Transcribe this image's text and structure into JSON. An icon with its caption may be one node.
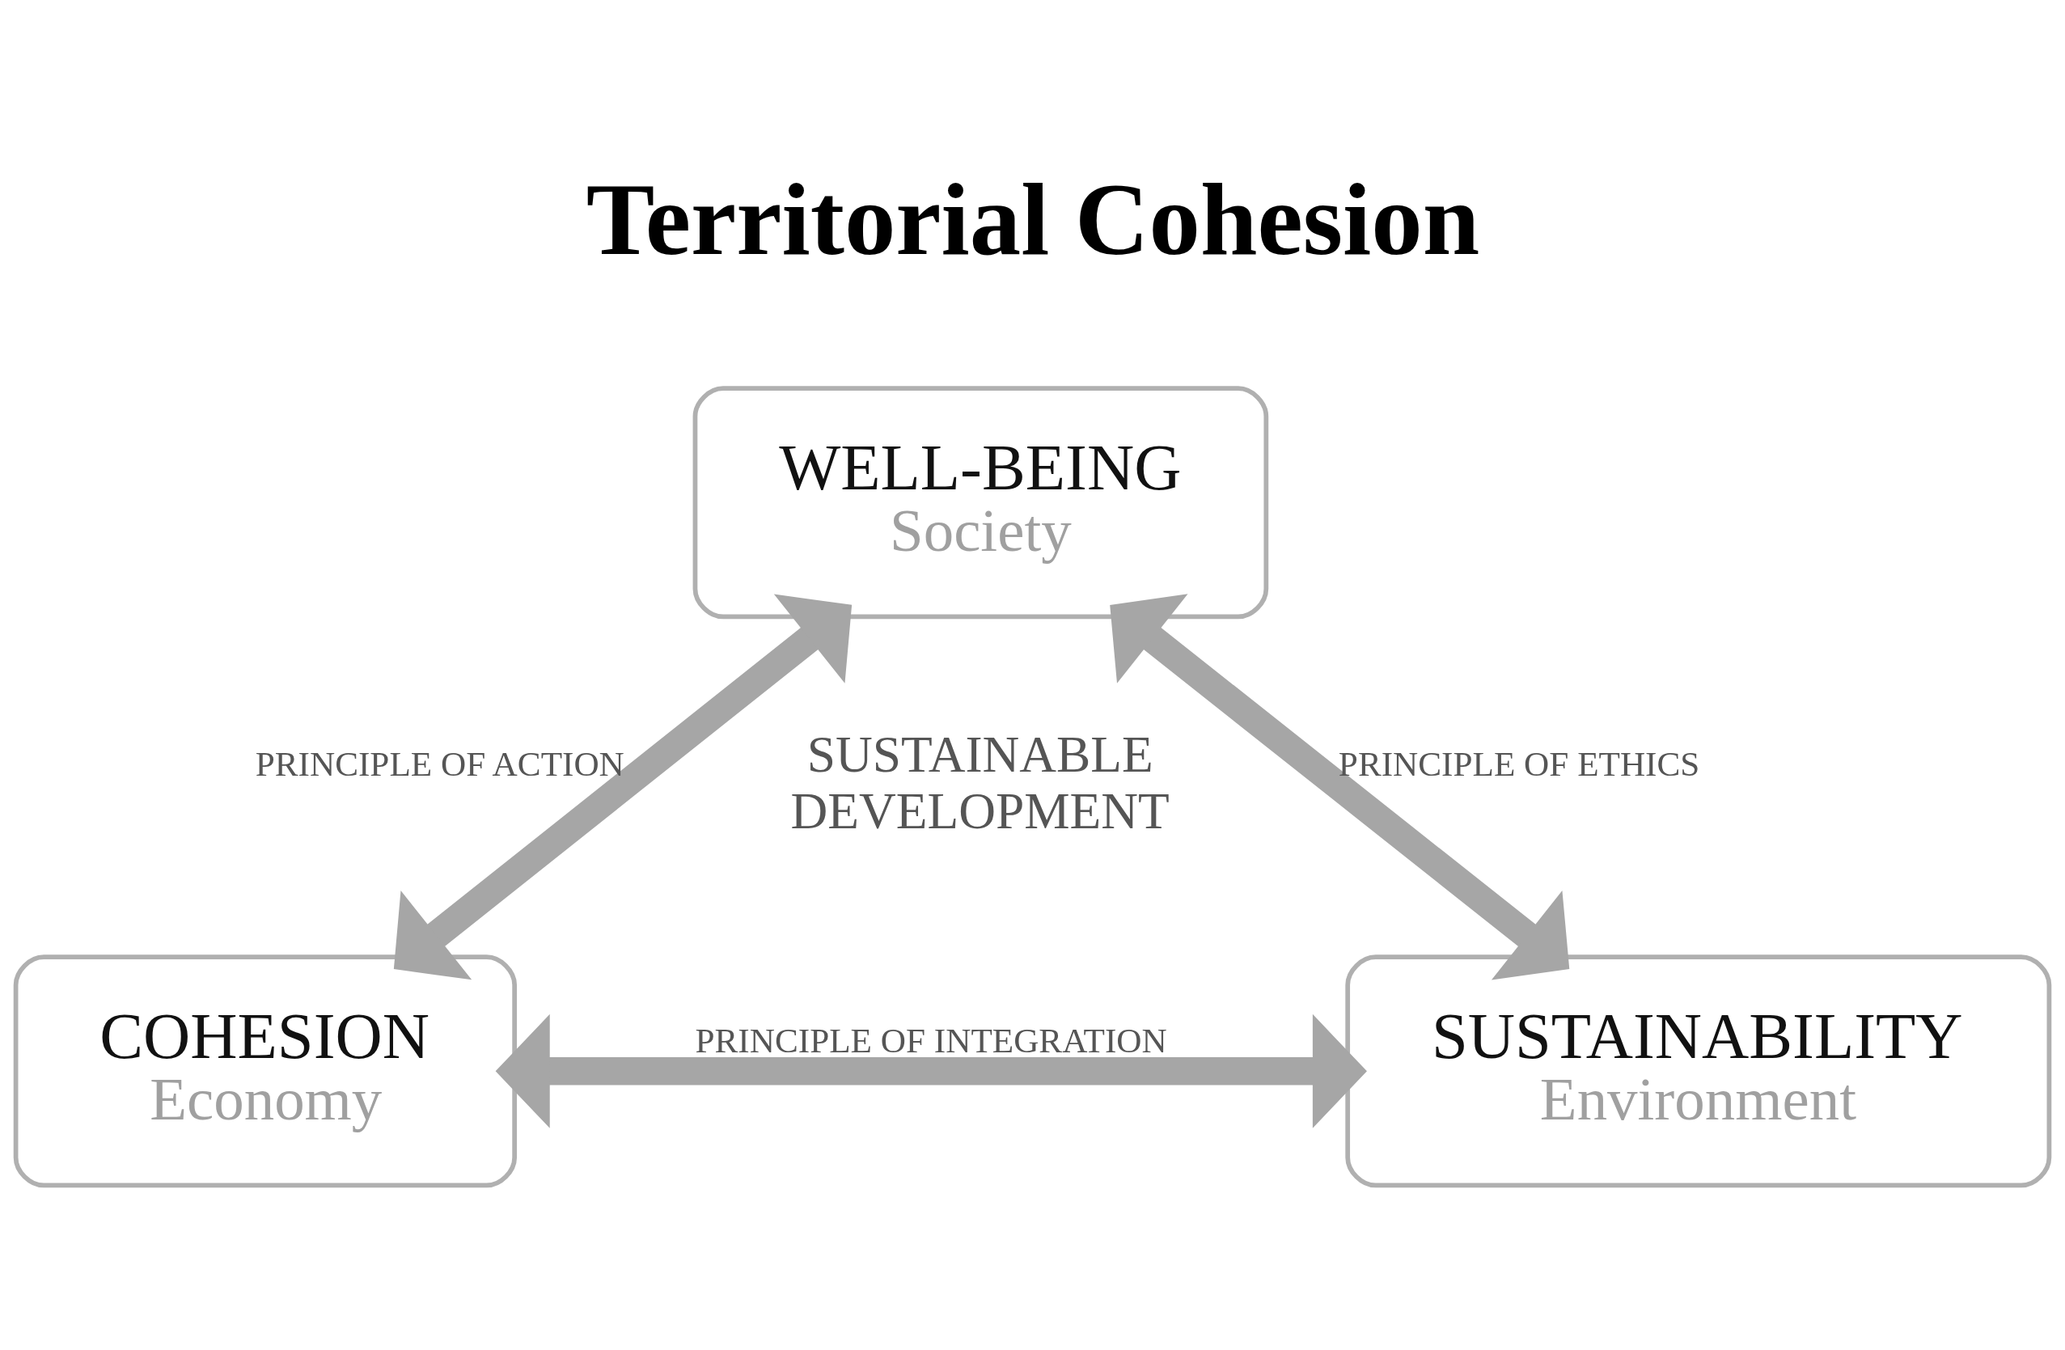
{
  "diagram": {
    "title": "Territorial Cohesion",
    "nodes": [
      {
        "text": [
          "WELL-BEING",
          "Society"
        ]
      },
      {
        "text": [
          "COHESION",
          "Economy"
        ]
      },
      {
        "text": [
          "SUSTAINABILITY",
          "Environment"
        ]
      }
    ],
    "edges": [
      {
        "from": 0,
        "to": 1,
        "arrow": "both",
        "label": "PRINCIPLE OF ACTION"
      },
      {
        "from": 0,
        "to": 2,
        "arrow": "both",
        "label": "PRINCIPLE OF ETHICS"
      },
      {
        "from": 1,
        "to": 2,
        "arrow": "both",
        "label": "PRINCIPLE OF INTEGRATION"
      }
    ],
    "labels": [
      "SUSTAINABLE DEVELOPMENT"
    ]
  }
}
